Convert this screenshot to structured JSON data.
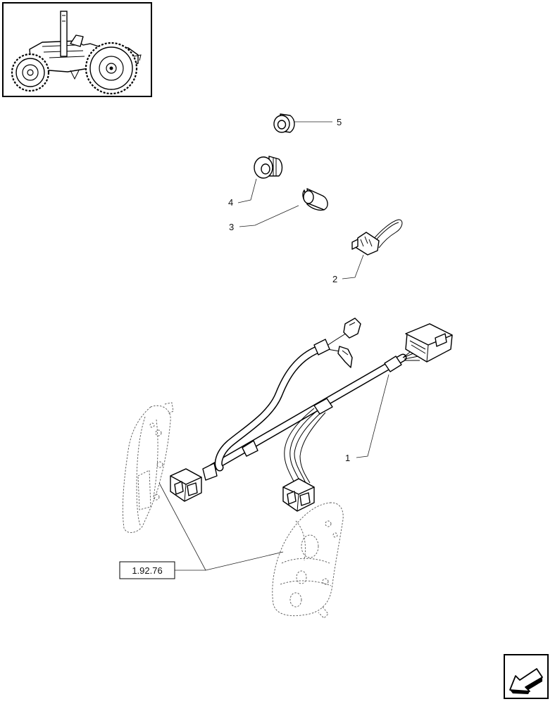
{
  "callouts": {
    "item_1": "1",
    "item_2": "2",
    "item_3": "3",
    "item_4": "4",
    "item_5": "5"
  },
  "reference_box": {
    "label": "1.92.76"
  },
  "icons": {
    "thumbnail": "tractor-thumbnail-icon",
    "navigation": "arrow-back-icon"
  }
}
